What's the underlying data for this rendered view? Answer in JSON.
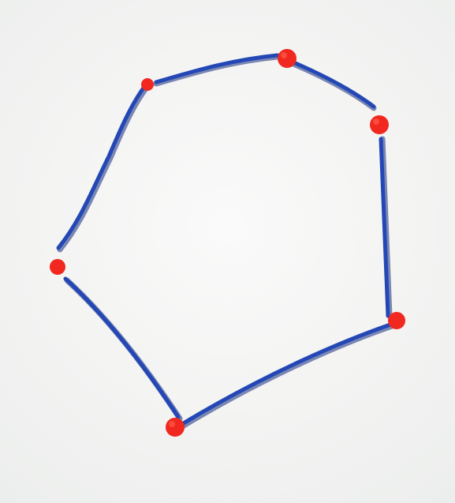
{
  "diagram": {
    "shape": "hexagon",
    "vertex_count": 6,
    "edge_count": 6,
    "has_text": false,
    "line_color": "#2347b5",
    "line_shadow_color": "#162c7d",
    "vertex_color": "#f0281f",
    "vertex_highlight_color": "#ff5a46",
    "background_color": "#f4f4f3"
  }
}
